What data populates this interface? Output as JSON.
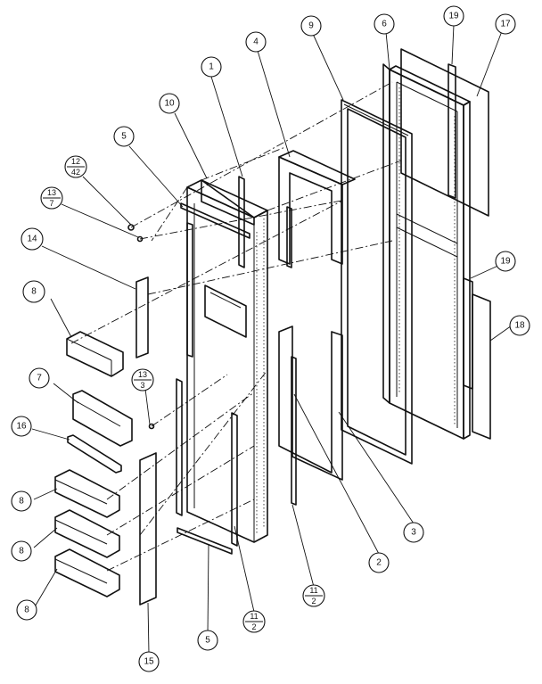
{
  "diagram": {
    "callouts": [
      {
        "id": "c1",
        "label": "1"
      },
      {
        "id": "c10",
        "label": "10"
      },
      {
        "id": "c5a",
        "label": "5"
      },
      {
        "id": "c12",
        "num": "12",
        "den": "42"
      },
      {
        "id": "c13a",
        "num": "13",
        "den": "7"
      },
      {
        "id": "c14",
        "label": "14"
      },
      {
        "id": "c8a",
        "label": "8"
      },
      {
        "id": "c7",
        "label": "7"
      },
      {
        "id": "c13b",
        "num": "13",
        "den": "3"
      },
      {
        "id": "c16",
        "label": "16"
      },
      {
        "id": "c8b",
        "label": "8"
      },
      {
        "id": "c8c",
        "label": "8"
      },
      {
        "id": "c8d",
        "label": "8"
      },
      {
        "id": "c15",
        "label": "15"
      },
      {
        "id": "c5b",
        "label": "5"
      },
      {
        "id": "c11a",
        "num": "11",
        "den": "2"
      },
      {
        "id": "c11b",
        "num": "11",
        "den": "2"
      },
      {
        "id": "c2",
        "label": "2"
      },
      {
        "id": "c3",
        "label": "3"
      },
      {
        "id": "c4",
        "label": "4"
      },
      {
        "id": "c9",
        "label": "9"
      },
      {
        "id": "c6",
        "label": "6"
      },
      {
        "id": "c19a",
        "label": "19"
      },
      {
        "id": "c17",
        "label": "17"
      },
      {
        "id": "c19b",
        "label": "19"
      },
      {
        "id": "c18",
        "label": "18"
      }
    ]
  }
}
